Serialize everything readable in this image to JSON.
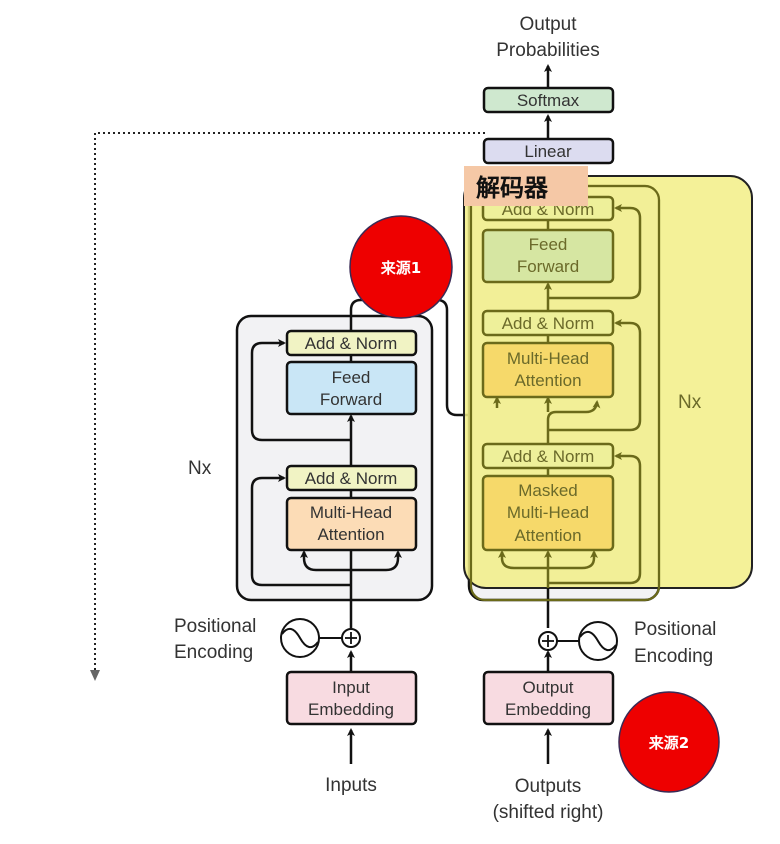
{
  "top": {
    "output_probabilities": [
      "Output",
      "Probabilities"
    ],
    "softmax": "Softmax",
    "linear": "Linear"
  },
  "encoder": {
    "add_norm_top": "Add & Norm",
    "feed_forward": [
      "Feed",
      "Forward"
    ],
    "add_norm_bottom": "Add & Norm",
    "multi_head_attention": [
      "Multi-Head",
      "Attention"
    ],
    "repeat": "Nx",
    "positional_encoding": [
      "Positional",
      "Encoding"
    ],
    "input_embedding": [
      "Input",
      "Embedding"
    ],
    "inputs": "Inputs"
  },
  "decoder": {
    "title": "解码器",
    "add_norm_top": "Add & Norm",
    "feed_forward": [
      "Feed",
      "Forward"
    ],
    "add_norm_mid": "Add & Norm",
    "multi_head_attention": [
      "Multi-Head",
      "Attention"
    ],
    "add_norm_bottom": "Add & Norm",
    "masked_attention": [
      "Masked",
      "Multi-Head",
      "Attention"
    ],
    "repeat": "Nx",
    "positional_encoding": [
      "Positional",
      "Encoding"
    ],
    "output_embedding": [
      "Output",
      "Embedding"
    ],
    "outputs": [
      "Outputs",
      "(shifted right)"
    ]
  },
  "badges": {
    "source1": "来源1",
    "source2": "来源2"
  },
  "colors": {
    "softmax": "#cfe8cf",
    "linear": "#dcdcf0",
    "add_norm": "#f1f3c4",
    "feed_forward": "#c9e6f6",
    "attention": "#fcdcb6",
    "embedding": "#f8dbe1",
    "encoder_bg": "#f2f2f4",
    "decoder_overlay": "#f2ee86",
    "title_bg": "#f5c8a6",
    "badge": "#ee0000"
  }
}
